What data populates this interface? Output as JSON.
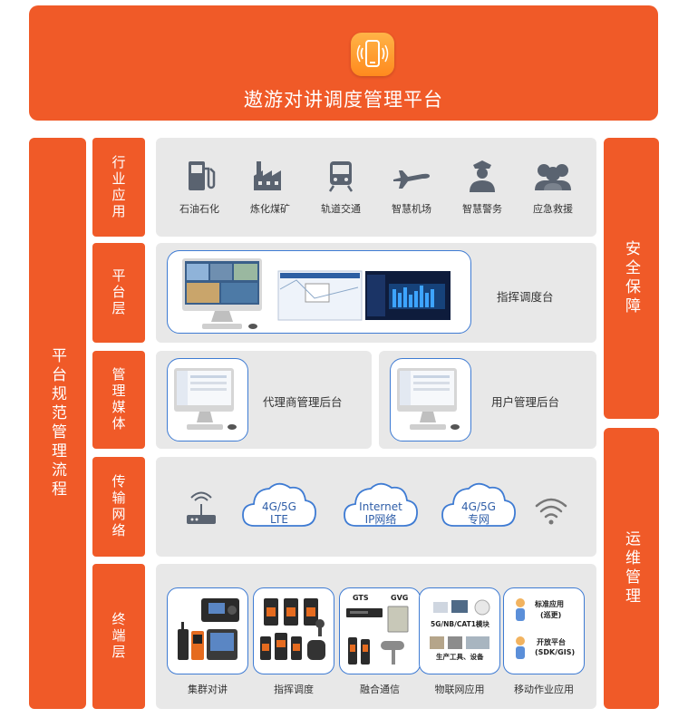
{
  "header": {
    "title": "遨游对讲调度管理平台"
  },
  "left_bar": "平台规范管理流程",
  "right_top": "安全保障",
  "right_bottom": "运维管理",
  "rows": {
    "industry": {
      "label": "行业应用",
      "items": [
        {
          "label": "石油石化",
          "icon": "gas-station-icon"
        },
        {
          "label": "炼化煤矿",
          "icon": "factory-icon"
        },
        {
          "label": "轨道交通",
          "icon": "train-icon"
        },
        {
          "label": "智慧机场",
          "icon": "airplane-icon"
        },
        {
          "label": "智慧警务",
          "icon": "police-icon"
        },
        {
          "label": "应急救援",
          "icon": "rescue-team-icon"
        }
      ]
    },
    "platform": {
      "label": "平台层",
      "box_label": "指挥调度台"
    },
    "management": {
      "label": "管理媒体",
      "agent_label": "代理商管理后台",
      "user_label": "用户管理后台"
    },
    "network": {
      "label": "传输网络",
      "clouds": [
        {
          "line1": "4G/5G",
          "line2": "LTE"
        },
        {
          "line1": "Internet",
          "line2": "IP网络"
        },
        {
          "line1": "4G/5G",
          "line2": "专网"
        }
      ]
    },
    "terminal": {
      "label": "终端层",
      "groups": [
        {
          "label": "集群对讲"
        },
        {
          "label": "指挥调度"
        },
        {
          "label": "融合通信",
          "tags": [
            "GTS",
            "GVG"
          ]
        },
        {
          "label": "物联网应用",
          "tags": [
            "5G/NB/CAT1模块",
            "生产工具、设备"
          ]
        },
        {
          "label": "移动作业应用",
          "tags": [
            "标准应用",
            "(巡更)",
            "开放平台",
            "(SDK/GIS)"
          ]
        }
      ]
    }
  }
}
